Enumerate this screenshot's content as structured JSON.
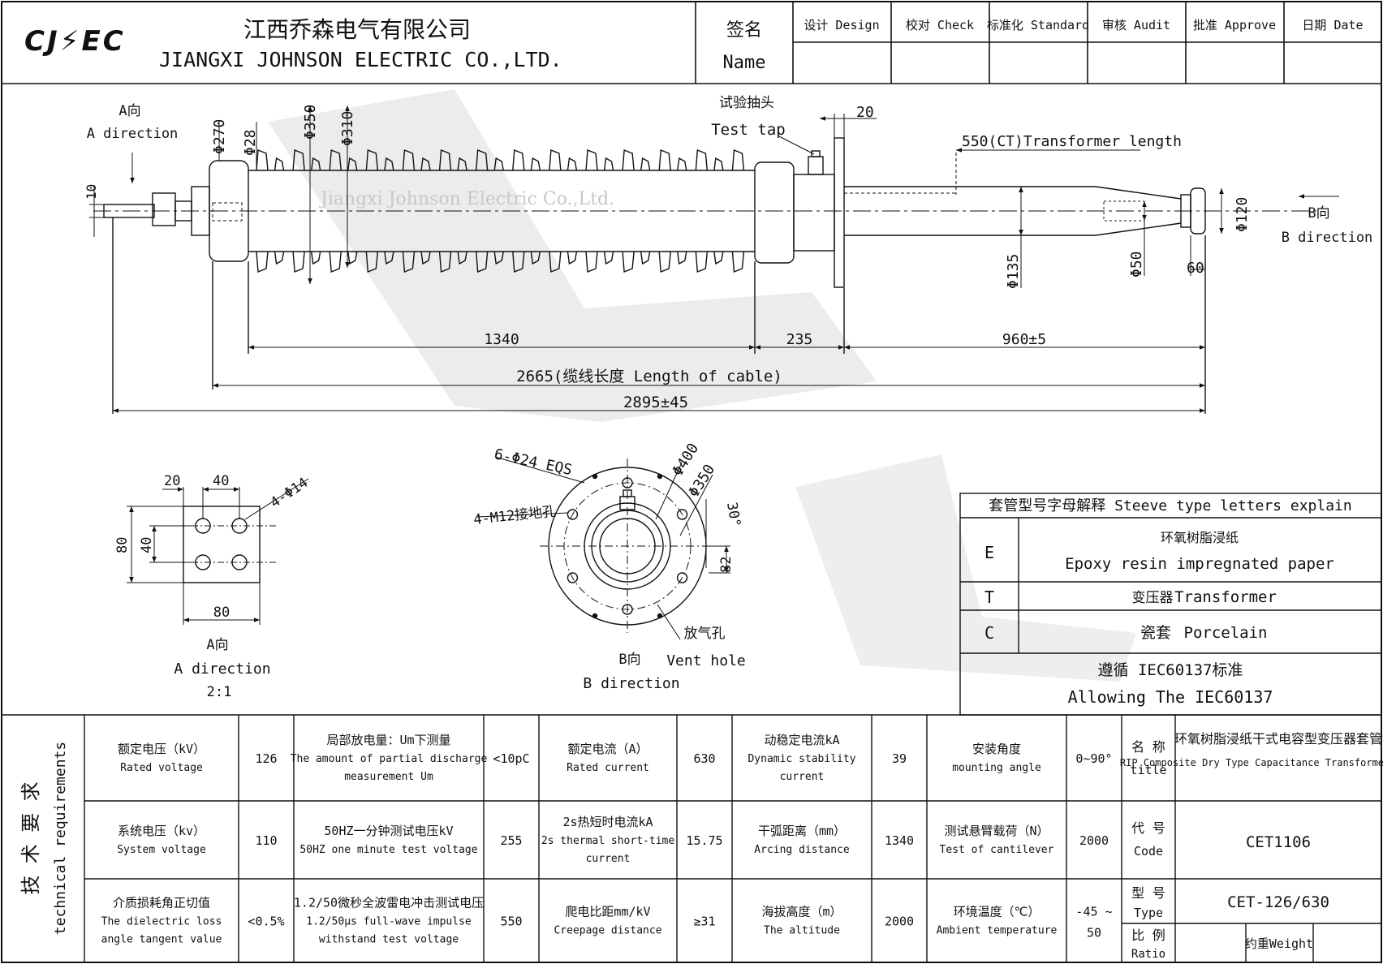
{
  "colors": {
    "line": "#111111",
    "watermark": "#e6e6e6",
    "background": "#ffffff"
  },
  "title_block": {
    "logo_text": "CJ⚡EC",
    "company_cn": "江西乔森电气有限公司",
    "company_en": "JIANGXI JOHNSON ELECTRIC CO.,LTD.",
    "sign_cn": "签名",
    "sign_en": "Name",
    "columns": [
      "设计 Design",
      "校对 Check",
      "标准化 Standard",
      "审核 Audit",
      "批准 Approve",
      "日期 Date"
    ]
  },
  "watermark": {
    "text": "Jiangxi Johnson Electric Co.,Ltd."
  },
  "main_view": {
    "a_dir_cn": "A向",
    "a_dir_en": "A direction",
    "b_dir_cn": "B向",
    "b_dir_en": "B direction",
    "test_tap_cn": "试验抽头",
    "test_tap_en": "Test tap",
    "dim_10": "10",
    "dim_270": "Φ270",
    "dim_28": "Φ28",
    "dim_350": "Φ350",
    "dim_310": "Φ310",
    "dim_20": "20",
    "dim_ct": "550(CT)Transformer length",
    "dim_135": "Φ135",
    "dim_50": "Φ50",
    "dim_120": "Φ120",
    "dim_60": "60",
    "dim_1340": "1340",
    "dim_235": "235",
    "dim_960": "960±5",
    "dim_cable": "2665(缆线长度 Length of cable)",
    "dim_total": "2895±45"
  },
  "a_view": {
    "dim_20": "20",
    "dim_40_top": "40",
    "dim_holes": "4-Φ14",
    "dim_80_side": "80",
    "dim_40_side": "40",
    "dim_80_bottom": "80",
    "label_cn": "A向",
    "label_en": "A direction",
    "scale": "2:1"
  },
  "b_view": {
    "dim_eqs": "6-Φ24 EQS",
    "dim_m12": "4-M12接地孔",
    "dim_400": "Φ400",
    "dim_350": "Φ350",
    "dim_30": "30°",
    "dim_82": "82",
    "vent_cn": "放气孔",
    "vent_en": "Vent hole",
    "label_cn": "B向",
    "label_en": "B direction"
  },
  "letters_table": {
    "header": "套管型号字母解释 Steeve type letters explain",
    "rows": [
      {
        "letter": "E",
        "cn": "环氧树脂浸纸",
        "en": "Epoxy resin impregnated paper"
      },
      {
        "letter": "T",
        "cn": "变压器",
        "en": "Transformer"
      },
      {
        "letter": "C",
        "cn": "瓷套",
        "en": "Porcelain"
      }
    ],
    "follow_cn": "遵循 IEC60137标准",
    "follow_en": "Allowing The IEC60137"
  },
  "tech_req": {
    "side_cn": "技 术 要 求",
    "side_en": "technical requirements",
    "rows": [
      [
        {
          "cn": "额定电压（kV）",
          "en": "Rated voltage",
          "value": "126"
        },
        {
          "cn": "局部放电量：Um下测量",
          "en": "The amount of partial discharge measurement Um",
          "value": "<10pC"
        },
        {
          "cn": "额定电流（A）",
          "en": "Rated current",
          "value": "630"
        },
        {
          "cn": "动稳定电流kA",
          "en": "Dynamic stability current",
          "value": "39"
        },
        {
          "cn": "安装角度",
          "en": "mounting angle",
          "value": "0~90°"
        }
      ],
      [
        {
          "cn": "系统电压（kv）",
          "en": "System voltage",
          "value": "110"
        },
        {
          "cn": "50HZ一分钟测试电压kV",
          "en": "50HZ one minute test voltage",
          "value": "255"
        },
        {
          "cn": "2s热短时电流kA",
          "en": "2s thermal short-time current",
          "value": "15.75"
        },
        {
          "cn": "干弧距离（mm）",
          "en": "Arcing distance",
          "value": "1340"
        },
        {
          "cn": "测试悬臂载荷（N）",
          "en": "Test of cantilever",
          "value": "2000"
        }
      ],
      [
        {
          "cn": "介质损耗角正切值",
          "en": "The dielectric loss angle tangent value",
          "value": "<0.5%"
        },
        {
          "cn": "1.2/50微秒全波雷电冲击测试电压",
          "en": "1.2/50μs full-wave impulse withstand test voltage",
          "value": "550"
        },
        {
          "cn": "爬电比距mm/kV",
          "en": "Creepage distance",
          "value": "≥31"
        },
        {
          "cn": "海拔高度（m）",
          "en": "The altitude",
          "value": "2000"
        },
        {
          "cn": "环境温度（℃）",
          "en": "Ambient temperature",
          "value": "-45 ~ 50"
        }
      ]
    ]
  },
  "product": {
    "name_label_cn": "名 称",
    "name_label_en": "title",
    "name_cn": "环氧树脂浸纸干式电容型变压器套管",
    "name_en": "RIP Composite Dry Type Capacitance Transformer Bushing",
    "code_label_cn": "代 号",
    "code_label_en": "Code",
    "code": "CET1106",
    "type_label_cn": "型 号",
    "type_label_en": "Type",
    "type": "CET-126/630",
    "ratio_label_cn": "比 例",
    "ratio_label_en": "Ratio",
    "weight_label": "约重Weight"
  }
}
